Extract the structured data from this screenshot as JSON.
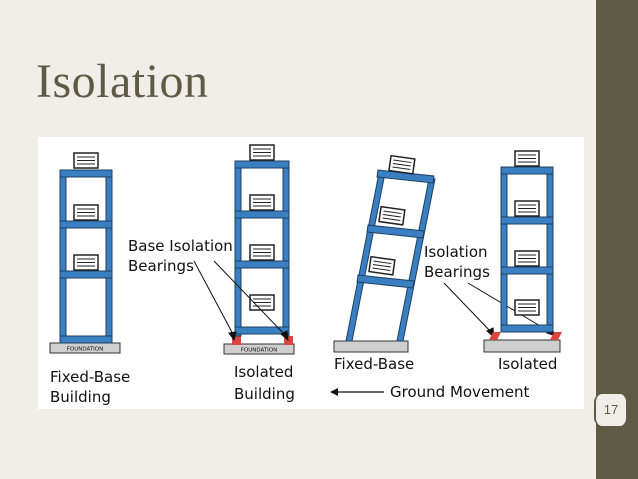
{
  "slide": {
    "title": "Isolation",
    "page_number": "17"
  },
  "diagram": {
    "foundation_label_1": "FOUNDATION",
    "foundation_label_2": "FOUNDATION",
    "label_base_isolation_line1": "Base Isolation",
    "label_base_isolation_line2": "Bearings",
    "label_isolation_line1": "Isolation",
    "label_isolation_line2": "Bearings",
    "label_fixed_base_building_line1": "Fixed-Base",
    "label_fixed_base_building_line2": "Building",
    "label_isolated_building_line1": "Isolated",
    "label_isolated_building_line2": "Building",
    "label_fixed_base": "Fixed-Base",
    "label_isolated": "Isolated",
    "label_ground_movement": "Ground Movement",
    "colors": {
      "frame": "#3a7fc1",
      "bearing": "#d9453f",
      "foundation": "#cfcfcf",
      "accent": "#5e5a44"
    }
  }
}
